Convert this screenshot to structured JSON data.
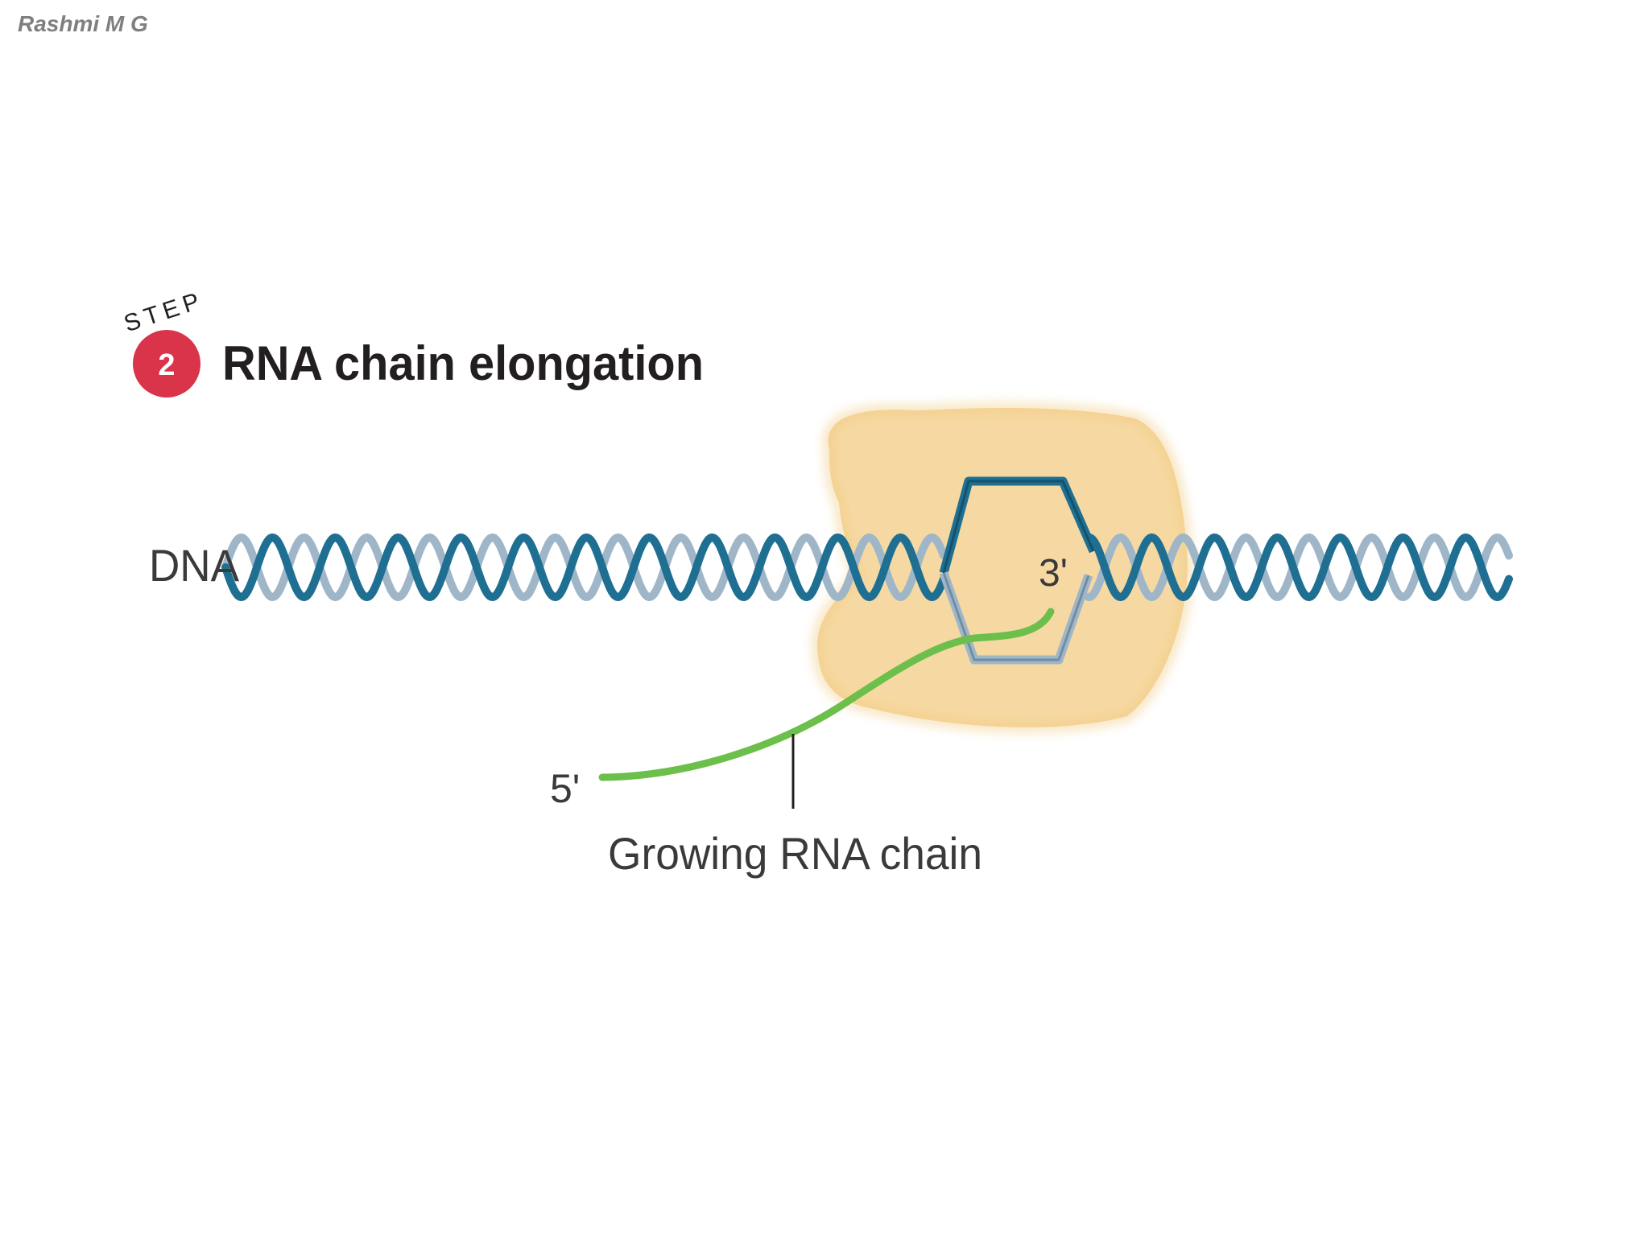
{
  "slide": {
    "author": "Rashmi M G"
  },
  "diagram": {
    "step_word": "STEP",
    "step_number": "2",
    "title": "RNA chain elongation",
    "labels": {
      "dna": "DNA",
      "three_prime": "3'",
      "five_prime": "5'",
      "growing_rna": "Growing RNA chain"
    },
    "colors": {
      "dna_strand_dark": "#1f6f93",
      "dna_strand_light": "#9fb6c8",
      "polymerase_fill": "#f6d79d",
      "rna_strand": "#6cbf4a",
      "step_badge": "#d9344a",
      "title_text": "#231f20",
      "label_text": "#3a3a3a"
    }
  }
}
